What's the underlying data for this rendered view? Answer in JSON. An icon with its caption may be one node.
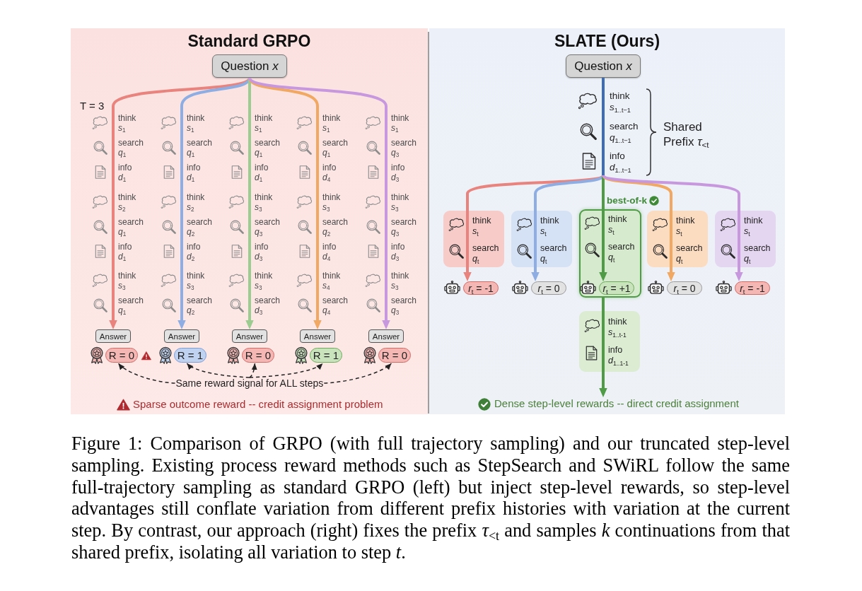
{
  "diagram": {
    "caption": "Figure 1: Comparison of GRPO (with full trajectory sampling) and our truncated step-level sampling. Existing process reward methods such as StepSearch and SWiRL follow the same full-trajectory sampling as standard GRPO (left) but inject step-level rewards, so step-level advantages still conflate variation from different prefix histories with variation at the current step. By contrast, our approach (right) fixes the prefix *τ*$_{<t}$ and samples *k* continuations from that shared prefix, isolating all variation to step *t*.",
    "nodes": [
      {
        "text": [
          "Standard GRPO",
          "Sparse outcome reward -- credit assignment problem"
        ]
      },
      {
        "text": [
          "Question *x*"
        ],
        "in": 0
      },
      {
        "text": [
          "Answer"
        ],
        "in": 0
      },
      {
        "text": [
          "Answer"
        ],
        "in": 0
      },
      {
        "text": [
          "Answer"
        ],
        "in": 0
      },
      {
        "text": [
          "Answer"
        ],
        "in": 0
      },
      {
        "text": [
          "Answer"
        ],
        "in": 0
      },
      {
        "text": [
          "R = 0"
        ],
        "in": 0
      },
      {
        "text": [
          "R = 1"
        ],
        "in": 0
      },
      {
        "text": [
          "R = 0"
        ],
        "in": 0
      },
      {
        "text": [
          "R = 1"
        ],
        "in": 0
      },
      {
        "text": [
          "R = 0"
        ],
        "in": 0
      },
      {
        "text": [
          "Same reward signal for ALL steps"
        ],
        "in": 0
      },
      {
        "text": [
          "SLATE (Ours)"
        ]
      },
      {
        "text": [
          "Question *x*"
        ],
        "in": 13
      },
      {
        "text": [
          "think *s*$_{1..t−1}$",
          "search *q*$_{1..t−1}$",
          "info *d*$_{1..t−1}$"
        ],
        "beside": [
          "Shared Prefix *τ*$_{<t}$"
        ],
        "in": 13
      },
      {
        "text": [
          "think *s*$_{t}$",
          "search *q*$_{t}$"
        ],
        "in": 13
      },
      {
        "text": [
          "think *s*$_{t}$",
          "search *q*$_{t}$"
        ],
        "in": 13
      },
      {
        "text": [
          "think *s*$_{t}$",
          "search *q*$_{t}$"
        ],
        "beside": [
          "best-of-k"
        ],
        "in": 13
      },
      {
        "text": [
          "think *s*$_{t}$",
          "search *q*$_{t}$"
        ],
        "in": 13
      },
      {
        "text": [
          "think *s*$_{t}$",
          "search *q*$_{t}$"
        ],
        "in": 13
      },
      {
        "text": [
          "*r*$_{t}$ = -1"
        ],
        "in": 13
      },
      {
        "text": [
          "*r*$_{t}$ = 0"
        ],
        "in": 13
      },
      {
        "text": [
          "*r*$_{t}$ = +1"
        ],
        "in": 18
      },
      {
        "text": [
          "*r*$_{t}$ = 0"
        ],
        "in": 13
      },
      {
        "text": [
          "*r*$_{t}$ = -1"
        ],
        "in": 13
      },
      {
        "text": [
          "think *s*$_{1..t-1}$",
          "info *d*$_{1..1-1}$"
        ],
        "in": 13
      },
      {
        "text": [
          "Dense step-level rewards -- direct credit assignment"
        ],
        "in": 13
      }
    ],
    "edges": [
      {
        "from": 1,
        "to": 2,
        "arrow": "to",
        "color": "#e8837d"
      },
      {
        "from": 1,
        "to": 3,
        "arrow": "to",
        "color": "#8eaee3"
      },
      {
        "from": 1,
        "to": 4,
        "arrow": "to",
        "color": "#9ccc90"
      },
      {
        "from": 1,
        "to": 5,
        "arrow": "to",
        "color": "#f0a862"
      },
      {
        "from": 1,
        "to": 6,
        "arrow": "to",
        "color": "#c898df"
      },
      {
        "from": 12,
        "to": 7,
        "arrow": "to",
        "style": "dashed"
      },
      {
        "from": 12,
        "to": 8,
        "arrow": "to",
        "style": "dashed"
      },
      {
        "from": 12,
        "to": 9,
        "arrow": "to",
        "style": "dashed"
      },
      {
        "from": 12,
        "to": 10,
        "arrow": "to",
        "style": "dashed"
      },
      {
        "from": 12,
        "to": 11,
        "arrow": "to",
        "style": "dashed"
      },
      {
        "from": 14,
        "to": 15,
        "arrow": "none",
        "color": "#3d6db5"
      },
      {
        "from": 15,
        "to": 16,
        "arrow": "none",
        "color": "#e8837d"
      },
      {
        "from": 15,
        "to": 17,
        "arrow": "none",
        "color": "#8eaee3"
      },
      {
        "from": 15,
        "to": 23,
        "arrow": "to",
        "color": "#4f9b46"
      },
      {
        "from": 15,
        "to": 19,
        "arrow": "none",
        "color": "#f0a862"
      },
      {
        "from": 15,
        "to": 20,
        "arrow": "none",
        "color": "#c898df"
      },
      {
        "from": 16,
        "to": 21,
        "arrow": "to",
        "color": "#e8837d"
      },
      {
        "from": 17,
        "to": 22,
        "arrow": "to",
        "color": "#8eaee3"
      },
      {
        "from": 19,
        "to": 24,
        "arrow": "to",
        "color": "#f0a862"
      },
      {
        "from": 20,
        "to": 25,
        "arrow": "to",
        "color": "#c898df"
      },
      {
        "from": 18,
        "to": 26,
        "arrow": "none",
        "color": "#4f9b46"
      },
      {
        "from": 26,
        "to": 27,
        "arrow": "to",
        "color": "#4f9b46"
      }
    ],
    "labels": [
      "T = 3",
      "think *s*$_{1}$",
      "think *s*$_{1}$",
      "think *s*$_{1}$",
      "think *s*$_{1}$",
      "think *s*$_{1}$",
      "search *q*$_{1}$",
      "search *q*$_{1}$",
      "search *q*$_{1}$",
      "search *q*$_{1}$",
      "search *q*$_{3}$",
      "info *d*$_{1}$",
      "info *d*$_{1}$",
      "info *d*$_{1}$",
      "info *d*$_{4}$",
      "info *d*$_{3}$",
      "think *s*$_{2}$",
      "think *s*$_{2}$",
      "think *s*$_{3}$",
      "think *s*$_{3}$",
      "think *s*$_{3}$",
      "search *q*$_{1}$",
      "search *q*$_{2}$",
      "search *q*$_{3}$",
      "search *q*$_{2}$",
      "search *q*$_{3}$",
      "info *d*$_{1}$",
      "info *d*$_{2}$",
      "info *d*$_{3}$",
      "info *d*$_{4}$",
      "info *d*$_{3}$",
      "think *s*$_{3}$",
      "think *s*$_{3}$",
      "think *s*$_{3}$",
      "think *s*$_{4}$",
      "think *s*$_{3}$",
      "search *q*$_{1}$",
      "search *q*$_{2}$",
      "search *d*$_{3}$",
      "search *q*$_{4}$",
      "search *q*$_{3}$"
    ]
  }
}
